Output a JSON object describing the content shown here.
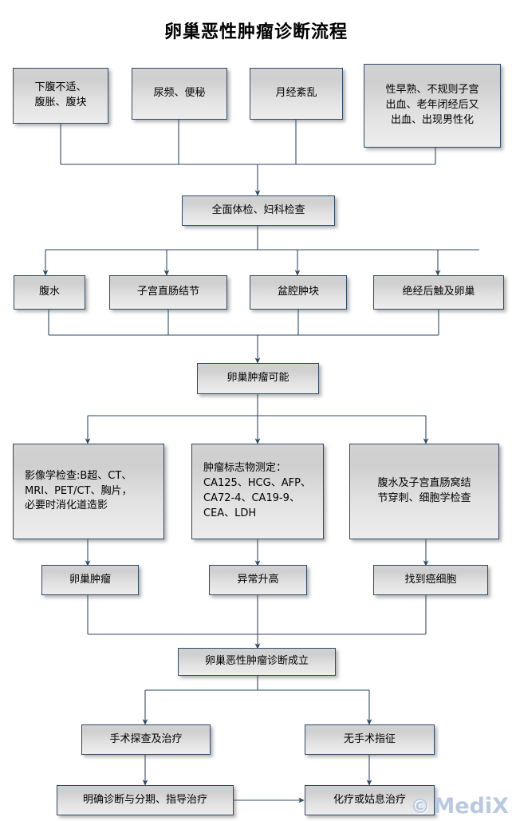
{
  "title": "卵巢恶性肿瘤诊断流程",
  "watermark": {
    "symbol": "©",
    "text": "MediX"
  },
  "colors": {
    "box_border": "#2e4a66",
    "box_fill_top": "#d0d0d0",
    "box_fill_bottom": "#ededed",
    "connector": "#2e4a66",
    "title_text": "#000000",
    "watermark": "#b9c9e2",
    "background": "#ffffff"
  },
  "chart_data": {
    "type": "diagram",
    "title": "卵巢恶性肿瘤诊断流程",
    "orientation": "top-to-bottom",
    "levels": [
      {
        "name": "symptoms",
        "nodes": [
          "symptom_1",
          "symptom_2",
          "symptom_3",
          "symptom_4"
        ]
      },
      {
        "name": "examination",
        "nodes": [
          "exam"
        ]
      },
      {
        "name": "findings",
        "nodes": [
          "finding_1",
          "finding_2",
          "finding_3",
          "finding_4"
        ]
      },
      {
        "name": "suspicion",
        "nodes": [
          "suspicion"
        ]
      },
      {
        "name": "tests",
        "nodes": [
          "test_1",
          "test_2",
          "test_3"
        ]
      },
      {
        "name": "results",
        "nodes": [
          "result_1",
          "result_2",
          "result_3"
        ]
      },
      {
        "name": "diagnosis",
        "nodes": [
          "diagnosis"
        ]
      },
      {
        "name": "management",
        "nodes": [
          "mgmt_1",
          "mgmt_2"
        ]
      },
      {
        "name": "treatment",
        "nodes": [
          "treat_1",
          "treat_2"
        ]
      }
    ],
    "edges": [
      {
        "from": "symptom_1",
        "to": "exam"
      },
      {
        "from": "symptom_2",
        "to": "exam"
      },
      {
        "from": "symptom_3",
        "to": "exam"
      },
      {
        "from": "symptom_4",
        "to": "exam"
      },
      {
        "from": "exam",
        "to": "finding_1"
      },
      {
        "from": "exam",
        "to": "finding_2"
      },
      {
        "from": "exam",
        "to": "finding_3"
      },
      {
        "from": "exam",
        "to": "finding_4"
      },
      {
        "from": "finding_1",
        "to": "suspicion"
      },
      {
        "from": "finding_2",
        "to": "suspicion"
      },
      {
        "from": "finding_3",
        "to": "suspicion"
      },
      {
        "from": "finding_4",
        "to": "suspicion"
      },
      {
        "from": "suspicion",
        "to": "test_1"
      },
      {
        "from": "suspicion",
        "to": "test_2"
      },
      {
        "from": "suspicion",
        "to": "test_3"
      },
      {
        "from": "test_1",
        "to": "result_1"
      },
      {
        "from": "test_2",
        "to": "result_2"
      },
      {
        "from": "test_3",
        "to": "result_3"
      },
      {
        "from": "result_1",
        "to": "diagnosis"
      },
      {
        "from": "result_2",
        "to": "diagnosis"
      },
      {
        "from": "result_3",
        "to": "diagnosis"
      },
      {
        "from": "diagnosis",
        "to": "mgmt_1"
      },
      {
        "from": "diagnosis",
        "to": "mgmt_2"
      },
      {
        "from": "mgmt_1",
        "to": "treat_1"
      },
      {
        "from": "mgmt_2",
        "to": "treat_2"
      },
      {
        "from": "treat_1",
        "to": "treat_2"
      }
    ]
  },
  "nodes": {
    "symptom_1": {
      "label": "下腹不适、\n腹胀、腹块"
    },
    "symptom_2": {
      "label": "尿频、便秘"
    },
    "symptom_3": {
      "label": "月经紊乱"
    },
    "symptom_4": {
      "label": "性早熟、不规则子宫\n出血、老年闭经后又\n出血、出现男性化"
    },
    "exam": {
      "label": "全面体检、妇科检查"
    },
    "finding_1": {
      "label": "腹水"
    },
    "finding_2": {
      "label": "子宫直肠结节"
    },
    "finding_3": {
      "label": "盆腔肿块"
    },
    "finding_4": {
      "label": "绝经后触及卵巢"
    },
    "suspicion": {
      "label": "卵巢肿瘤可能"
    },
    "test_1": {
      "label": "影像学检查:B超、CT、\nMRI、PET/CT、胸片，\n必要时消化道造影"
    },
    "test_2": {
      "label": "肿瘤标志物测定：\nCA125、HCG、AFP、\nCA72-4、CA19-9、\nCEA、LDH"
    },
    "test_3": {
      "label": "腹水及子宫直肠窝结\n节穿刺、细胞学检查"
    },
    "result_1": {
      "label": "卵巢肿瘤"
    },
    "result_2": {
      "label": "异常升高"
    },
    "result_3": {
      "label": "找到癌细胞"
    },
    "diagnosis": {
      "label": "卵巢恶性肿瘤诊断成立"
    },
    "mgmt_1": {
      "label": "手术探查及治疗"
    },
    "mgmt_2": {
      "label": "无手术指征"
    },
    "treat_1": {
      "label": "明确诊断与分期、指导治疗"
    },
    "treat_2": {
      "label": "化疗或姑息治疗"
    }
  }
}
